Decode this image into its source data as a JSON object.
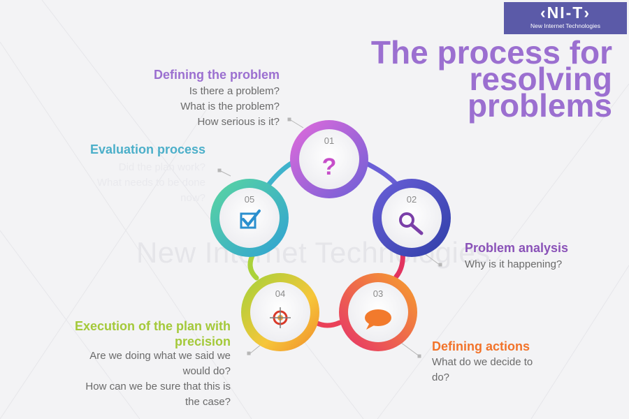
{
  "logo": {
    "mark": "‹NI-T›",
    "subtitle": "New Internet Technologies"
  },
  "watermark": "New Internet Technologies",
  "title": [
    "The process for",
    "resolving",
    "problems"
  ],
  "steps": [
    {
      "number": "01",
      "title": "Defining the problem",
      "lines": [
        "Is there a problem?",
        "What is the problem?",
        "How serious is it?"
      ],
      "color": "#9b6fd0",
      "icon": "question-mark-icon"
    },
    {
      "number": "02",
      "title": "Problem analysis",
      "lines": [
        "Why is it happening?"
      ],
      "color": "#8a52b8",
      "icon": "magnifier-icon"
    },
    {
      "number": "03",
      "title": "Defining actions",
      "lines": [
        "What do we decide to",
        "do?"
      ],
      "color": "#f2732a",
      "icon": "speech-bubble-icon"
    },
    {
      "number": "04",
      "title": "Execution of the plan with",
      "title2": "precision",
      "lines": [
        "Are we doing what we said we",
        "would do?",
        "How can we be sure that this is",
        "the case?"
      ],
      "color": "#a4c93a",
      "icon": "target-icon"
    },
    {
      "number": "05",
      "title": "Evaluation process",
      "lines": [
        "Did the plan work?",
        "What needs to be done",
        "now?"
      ],
      "color": "#4cafc9",
      "icon": "checkbox-icon"
    }
  ]
}
